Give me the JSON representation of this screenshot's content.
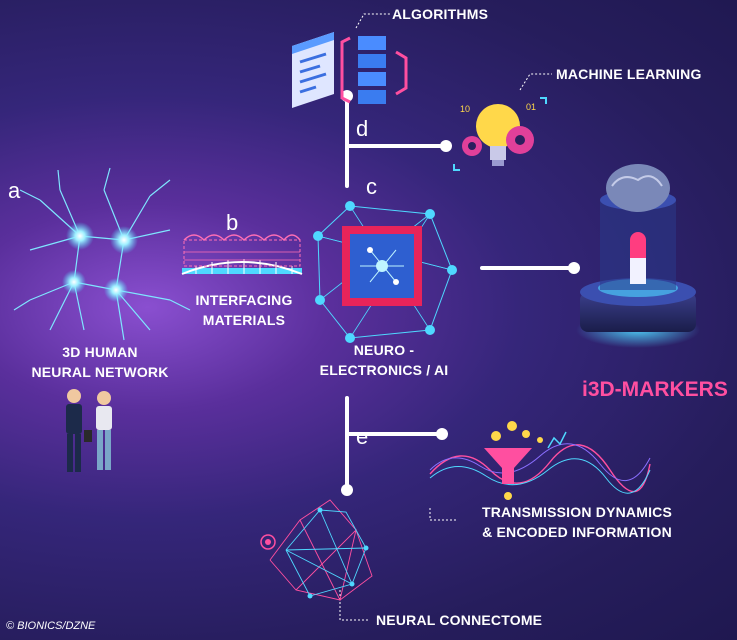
{
  "labels": {
    "algorithms": "ALGORITHMS",
    "machine_learning": "MACHINE LEARNING",
    "human_network_line1": "3D HUMAN",
    "human_network_line2": "NEURAL NETWORK",
    "interfacing_line1": "INTERFACING",
    "interfacing_line2": "MATERIALS",
    "neuro_line1": "NEURO -",
    "neuro_line2": "ELECTRONICS / AI",
    "transmission_line1": "TRANSMISSION DYNAMICS",
    "transmission_line2": "& ENCODED INFORMATION",
    "connectome": "NEURAL CONNECTOME"
  },
  "panel_letters": {
    "a": "a",
    "b": "b",
    "c": "c",
    "d": "d",
    "e": "e"
  },
  "brand": "i3D-MARKERS",
  "copyright": "© BIONICS/DZNE",
  "colors": {
    "background": "#261d5c",
    "glow": "#8a4fd0",
    "connector": "#ffffff",
    "accent_pink": "#ff4fa0",
    "accent_cyan": "#4fd8ff",
    "chip_red": "#e8245a",
    "bulb_yellow": "#ffd84a",
    "gear_pink": "#e0409a"
  },
  "icons": {
    "algorithms": "code-window-icon",
    "machine_learning": "lightbulb-gears-icon",
    "neurons": "neuron-network-icon",
    "materials": "bridge-scaffold-icon",
    "chip": "neural-chip-icon",
    "markers": "brain-capsule-icon",
    "transmission": "funnel-wave-icon",
    "connectome": "connectome-mesh-icon",
    "people": "people-icon"
  }
}
